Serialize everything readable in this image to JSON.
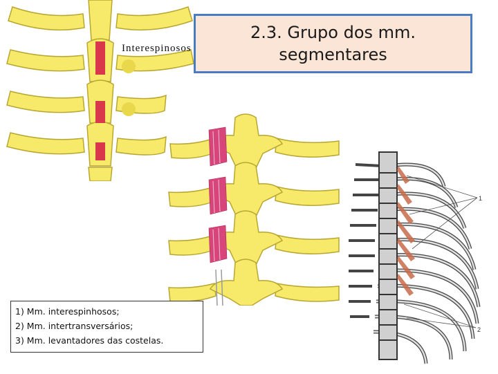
{
  "slide": {
    "title": "2.3. Grupo dos mm.\nsegmentares",
    "figure1_label": "Interespinosos",
    "figure3_callouts": [
      "1",
      "2"
    ],
    "legend": [
      "1)   Mm. interespinhosos;",
      "2)   Mm. intertransversários;",
      "3) Mm. levantadores das costelas."
    ]
  },
  "colors": {
    "bone": "#f7e96a",
    "bone_outline": "#b8a631",
    "muscle_red": "#d9384a",
    "muscle_pink": "#d8457a",
    "title_bg": "#fbe5d6",
    "title_border": "#4a7cc2"
  }
}
